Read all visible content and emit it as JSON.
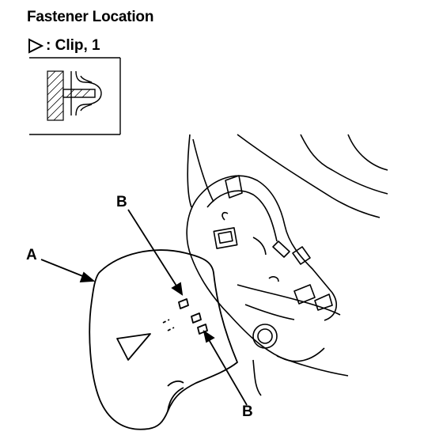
{
  "title": "Fastener Location",
  "legend": {
    "symbol": "triangle-outline-icon",
    "label": ": Clip, 1"
  },
  "callouts": {
    "a": "A",
    "b_top": "B",
    "b_bottom": "B"
  }
}
